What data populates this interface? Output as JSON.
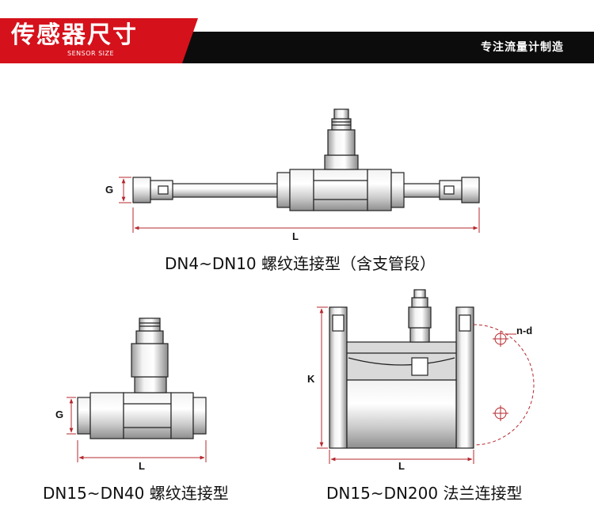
{
  "header": {
    "title": "传感器尺寸",
    "subtitle": "SENSOR SIZE",
    "slogan": "专注流量计制造",
    "colors": {
      "red": "#d5111b",
      "black": "#0c0c0c"
    }
  },
  "drawings": {
    "top": {
      "caption": "DN4~DN10 螺纹连接型（含支管段）",
      "dim_g": "G",
      "dim_l": "L"
    },
    "bottom_left": {
      "caption": "DN15~DN40 螺纹连接型",
      "dim_g": "G",
      "dim_l": "L"
    },
    "bottom_right": {
      "caption": "DN15~DN200 法兰连接型",
      "dim_k": "K",
      "dim_l": "L",
      "dim_nd": "n-d"
    }
  }
}
